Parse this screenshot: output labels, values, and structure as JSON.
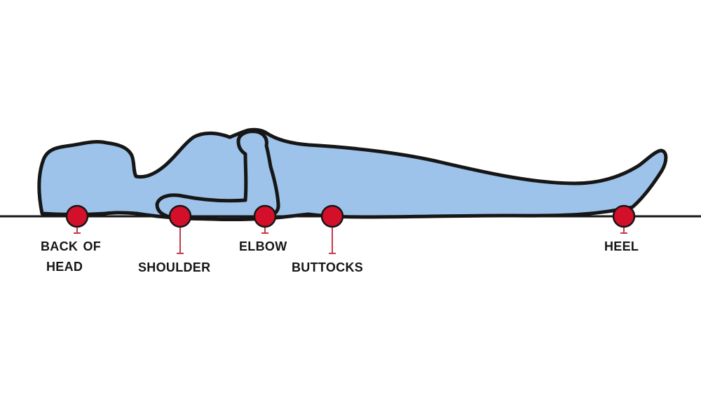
{
  "colors": {
    "body_fill": "#9ec3ea",
    "outline": "#161616",
    "pressure_point": "#d40f29",
    "tick": "#c33a4a",
    "background": "#ffffff"
  },
  "pressure_points": [
    {
      "id": "head",
      "label_lines": [
        "Back of",
        "Head"
      ]
    },
    {
      "id": "shoulder",
      "label_lines": [
        "Shoulder"
      ]
    },
    {
      "id": "elbow",
      "label_lines": [
        "Elbow"
      ]
    },
    {
      "id": "buttocks",
      "label_lines": [
        "Buttocks"
      ]
    },
    {
      "id": "heel",
      "label_lines": [
        "Heel"
      ]
    }
  ]
}
